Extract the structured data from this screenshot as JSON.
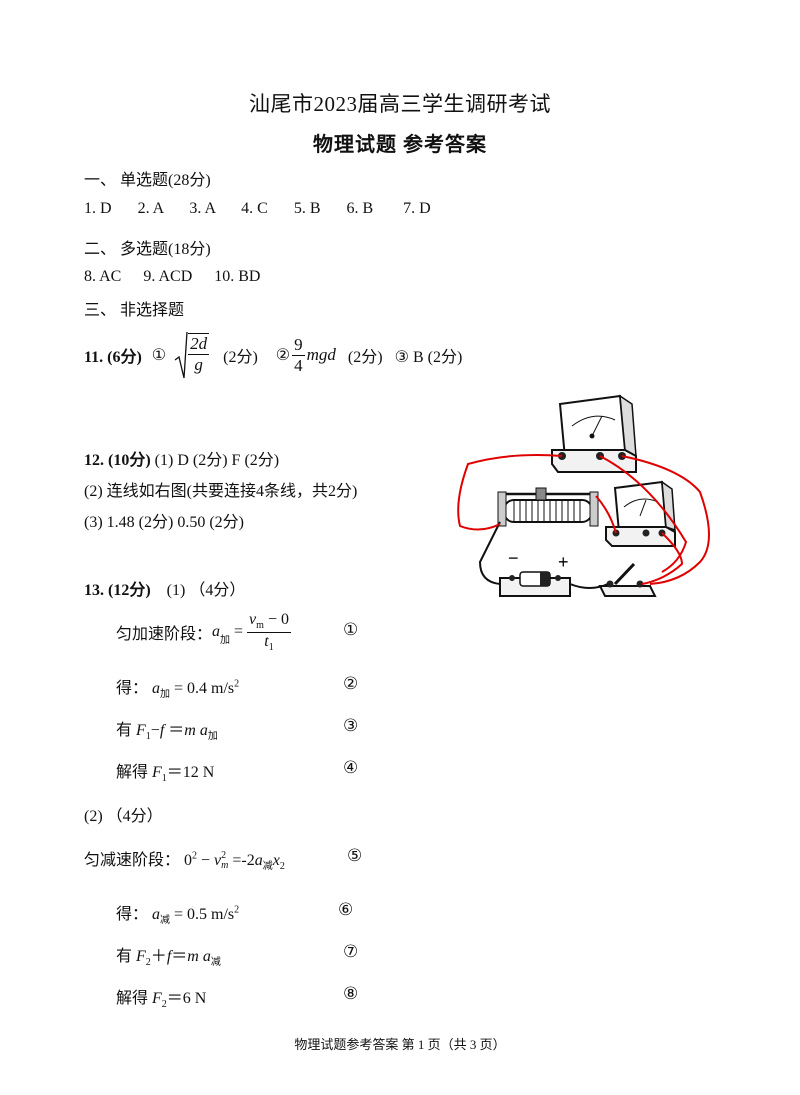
{
  "header": {
    "title": "汕尾市2023届高三学生调研考试",
    "subtitle": "物理试题  参考答案"
  },
  "sections": {
    "s1": "一、  单选题(28分)",
    "s1_answers": [
      "1. D",
      "2. A",
      "3. A",
      "4. C",
      "5. B",
      "6. B",
      "7. D"
    ],
    "s2": "二、  多选题(18分)",
    "s2_answers": [
      "8. AC",
      "9. ACD",
      "10. BD"
    ],
    "s3": "三、  非选择题"
  },
  "q11": {
    "label": "11. (6分)",
    "c1": "①",
    "c1_num": "2d",
    "c1_den": "g",
    "s1": "(2分)",
    "c2": "②",
    "c2_num": "9",
    "c2_den": "4",
    "c2_expr": "mgd",
    "s2": "(2分)",
    "c3": "③  B (2分)"
  },
  "q12": {
    "label": "12. (10分)",
    "line1": "(1) D    (2分)    F    (2分)",
    "line2": "(2)  连线如右图(共要连接4条线，共2分)",
    "line3": "(3) 1.48    (2分)        0.50    (2分)"
  },
  "q13": {
    "label": "13. (12分)",
    "part1": "(1)  （4分）",
    "eq1_label": "匀加速阶段：",
    "eq1_a": "a",
    "eq1_sub": "加",
    "eq1_num": "v",
    "eq1_num_sub": "m",
    "eq1_num_rest": " − 0",
    "eq1_den": "t",
    "eq1_den_sub": "1",
    "eq1_mark": "①",
    "eq2_prefix": "得：",
    "eq2_a": "a",
    "eq2_sub": "加",
    "eq2_rest": " = 0.4 m/s",
    "eq2_sup": "2",
    "eq2_mark": "②",
    "eq3_prefix": "有 ",
    "eq3_F": "F",
    "eq3_Fsub": "1",
    "eq3_rest": "−",
    "eq3_f": "f",
    "eq3_eq": " ＝",
    "eq3_m": "m",
    "eq3_a": " a",
    "eq3_asub": "加",
    "eq3_mark": "③",
    "eq4_prefix": "解得 ",
    "eq4_F": "F",
    "eq4_Fsub": "1",
    "eq4_rest": "＝12 N",
    "eq4_mark": "④",
    "part2": "(2)  （4分）",
    "eq5_label": "匀减速阶段：",
    "eq5_lhs": "0",
    "eq5_lhs_sup": "2",
    "eq5_minus": " − ",
    "eq5_v": "v",
    "eq5_v_sup": "2",
    "eq5_v_sub": "m",
    "eq5_eq": " =-2",
    "eq5_a": "a",
    "eq5_asub": "减",
    "eq5_x": "x",
    "eq5_xsub": "2",
    "eq5_mark": "⑤",
    "eq6_prefix": "得：",
    "eq6_a": "a",
    "eq6_sub": "减",
    "eq6_rest": " = 0.5 m/s",
    "eq6_sup": "2",
    "eq6_mark": "⑥",
    "eq7_prefix": "有 ",
    "eq7_F": "F",
    "eq7_Fsub": "2",
    "eq7_plus": "＋",
    "eq7_f": "f",
    "eq7_eq": "＝",
    "eq7_m": "m",
    "eq7_a": " a",
    "eq7_asub": "减",
    "eq7_mark": "⑦",
    "eq8_prefix": "解得 ",
    "eq8_F": "F",
    "eq8_Fsub": "2",
    "eq8_rest": "＝6 N",
    "eq8_mark": "⑧"
  },
  "circuit": {
    "battery_minus": "−",
    "battery_plus": "+",
    "wire_color": "#e00000"
  },
  "footer": "物理试题参考答案  第 1 页（共 3 页）"
}
